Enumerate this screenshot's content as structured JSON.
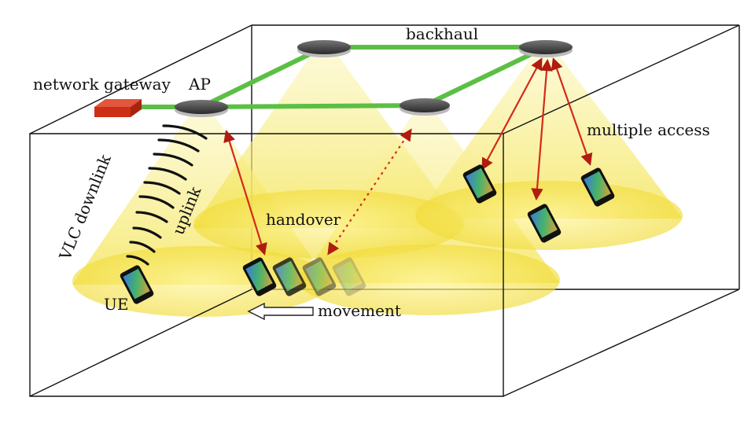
{
  "labels": {
    "network_gateway": "network gateway",
    "ap": "AP",
    "backhaul": "backhaul",
    "multiple_access": "multiple access",
    "vlc_downlink": "VLC downlink",
    "uplink": "uplink",
    "handover": "handover",
    "ue": "UE",
    "movement": "movement"
  },
  "colors": {
    "light_cone": "#f5e86a",
    "backhaul_link": "#5cbf45",
    "gateway": "#d63a1e",
    "signal_arrow": "#d42a1a",
    "room_edge": "#111111"
  }
}
